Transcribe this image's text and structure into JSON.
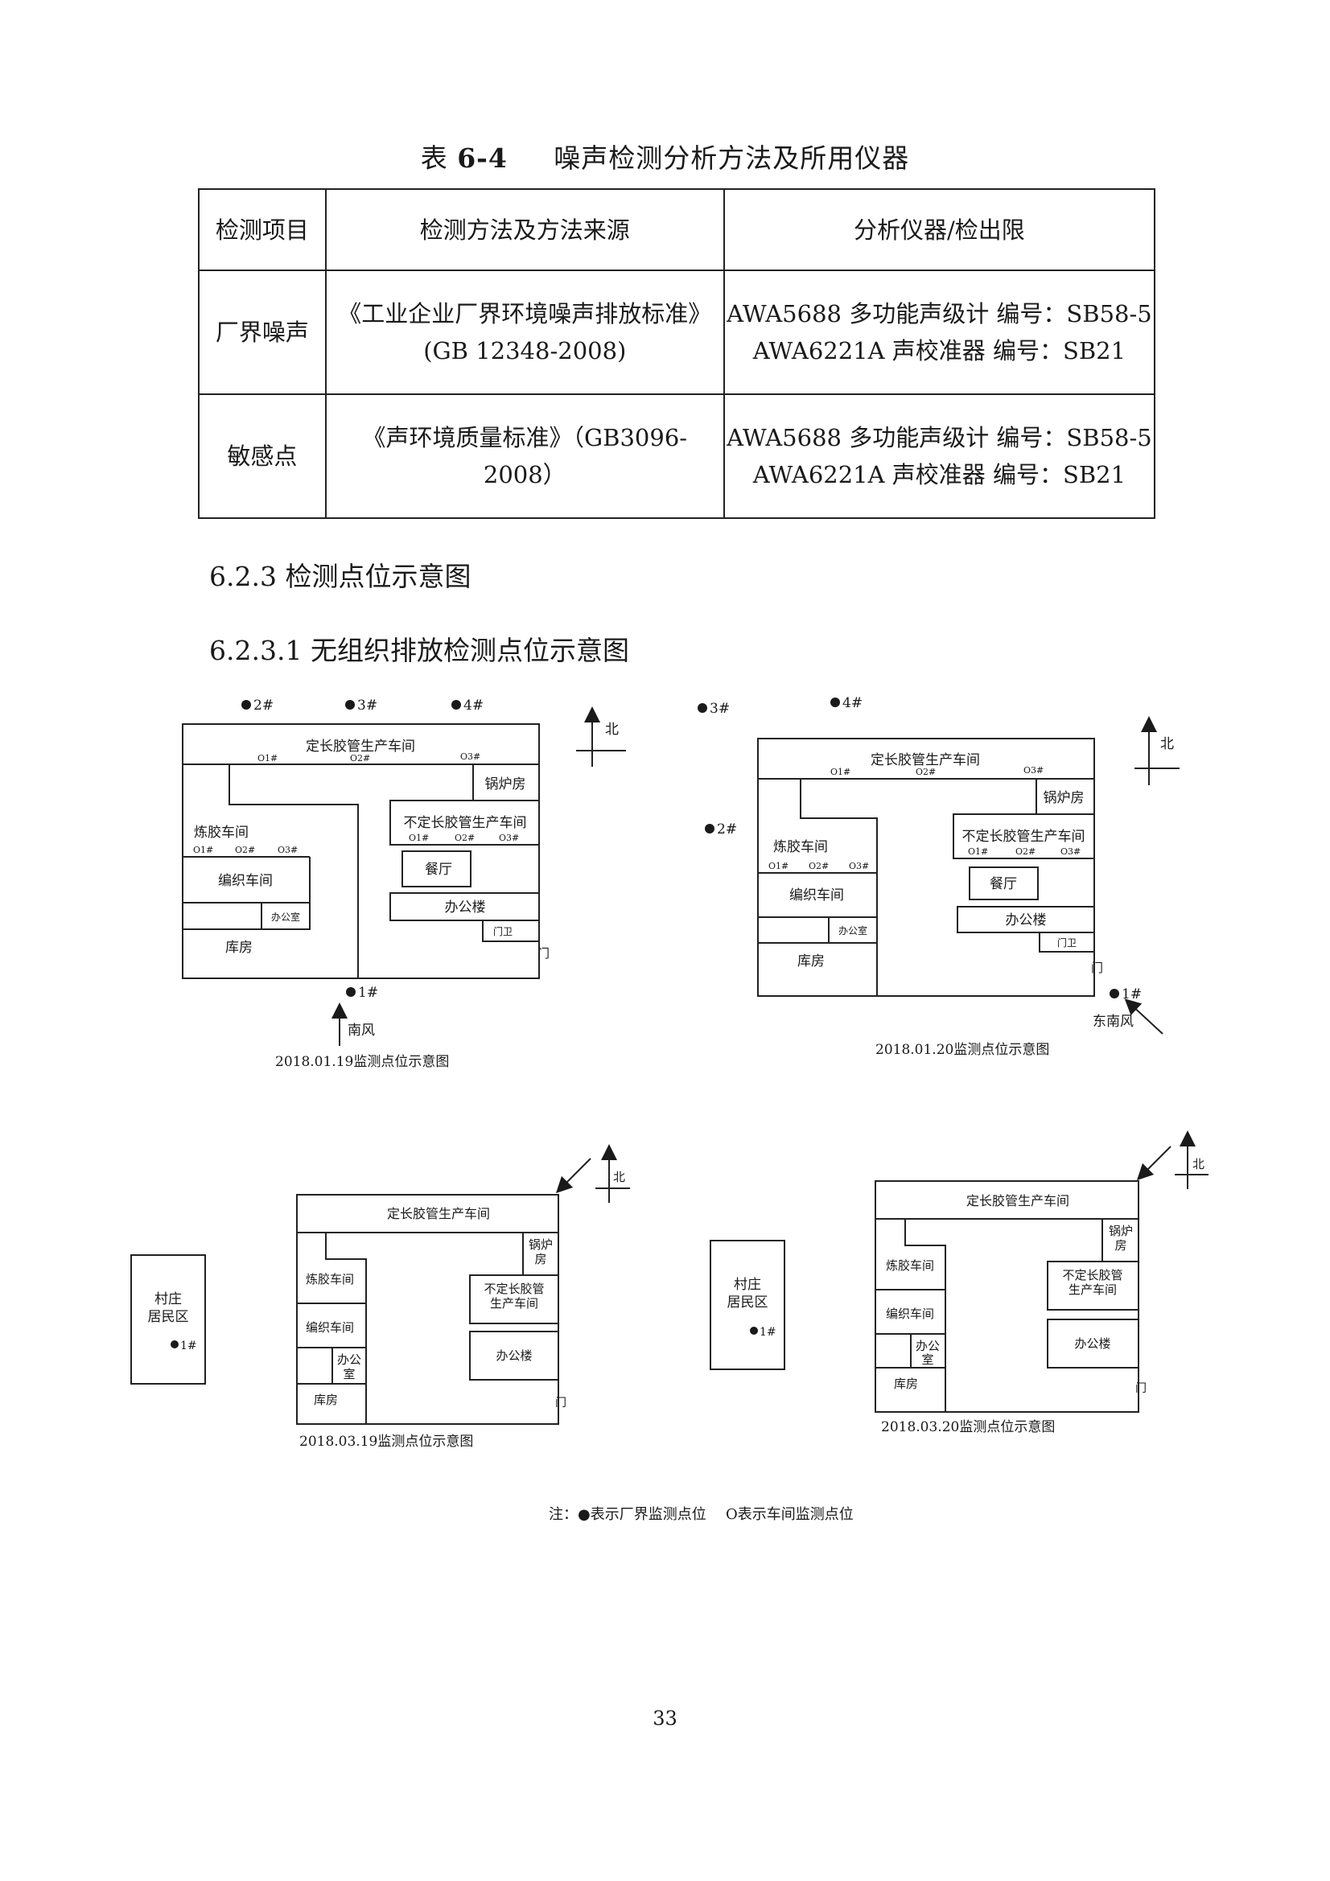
{
  "table": {
    "title_prefix": "表",
    "title_num": "6-4",
    "title_text": "噪声检测分析方法及所用仪器",
    "headers": [
      "检测项目",
      "检测方法及方法来源",
      "分析仪器/检出限"
    ],
    "rows": [
      {
        "item": "厂界噪声",
        "method": [
          "《工业企业厂界环境噪声排放标准》",
          "(GB 12348-2008)"
        ],
        "instruments": [
          "AWA5688 多功能声级计 编号：SB58-5",
          "AWA6221A 声校准器 编号：SB21"
        ]
      },
      {
        "item": "敏感点",
        "method": [
          "《声环境质量标准》（GB3096-2008）"
        ],
        "instruments": [
          "AWA5688 多功能声级计 编号：SB58-5",
          "AWA6221A 声校准器 编号：SB21"
        ]
      }
    ]
  },
  "sections": {
    "s1": "6.2.3 检测点位示意图",
    "s2": "6.2.3.1 无组织排放检测点位示意图"
  },
  "labels": {
    "ding": "定长胶管生产车间",
    "guolu": "锅炉房",
    "guo": "锅炉",
    "fang": "房",
    "buding": "不定长胶管生产车间",
    "buding1": "不定长胶管",
    "buding2": "生产车间",
    "lianjiao": "炼胶车间",
    "bianzhi": "编织车间",
    "canting": "餐厅",
    "bangonglou": "办公楼",
    "bangongshi": "办公室",
    "bangong": "办公",
    "shi": "室",
    "menwei": "门卫",
    "kufang": "库房",
    "men": "门",
    "bei": "北",
    "village1": "村庄",
    "village2": "居民区",
    "p1": "1#",
    "p2": "2#",
    "p3": "3#",
    "p4": "4#",
    "w1": "O1#",
    "w2": "O2#",
    "w3": "O3#",
    "wind1": "南风",
    "wind2": "东南风"
  },
  "captions": {
    "c1": "2018.01.19监测点位示意图",
    "c2": "2018.01.20监测点位示意图",
    "c3": "2018.03.19监测点位示意图",
    "c4": "2018.03.20监测点位示意图"
  },
  "note": {
    "prefix": "注：",
    "filled": "●表示厂界监测点位",
    "hollow": "O表示车间监测点位"
  },
  "page_number": "33"
}
